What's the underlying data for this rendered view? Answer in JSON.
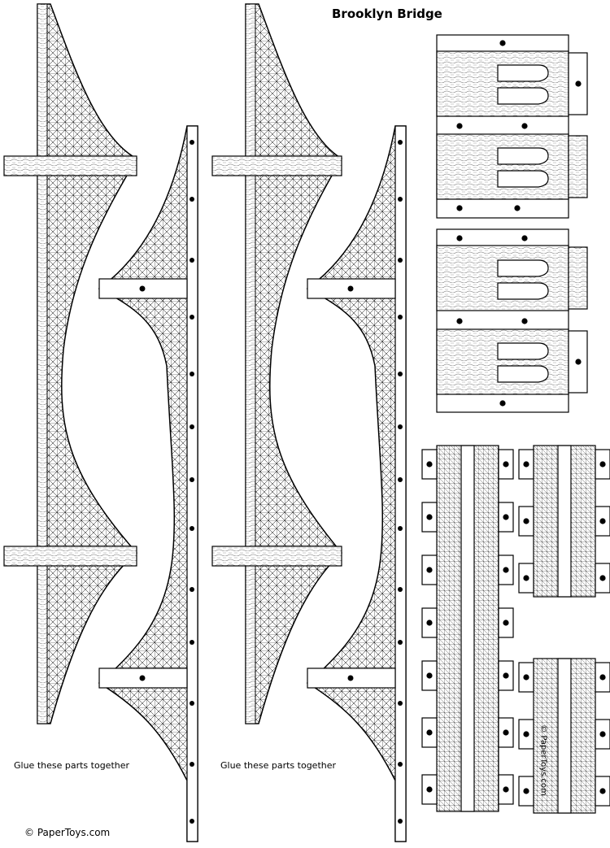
{
  "title": "Brooklyn Bridge",
  "glue_note_left": "Glue these parts together",
  "glue_note_right": "Glue these parts together",
  "copyright": "© PaperToys.com",
  "vertical_copyright": "© PaperToys.com",
  "sheet": {
    "cable_panels": 4,
    "tower_pieces": 2,
    "deck_pieces": 3
  }
}
